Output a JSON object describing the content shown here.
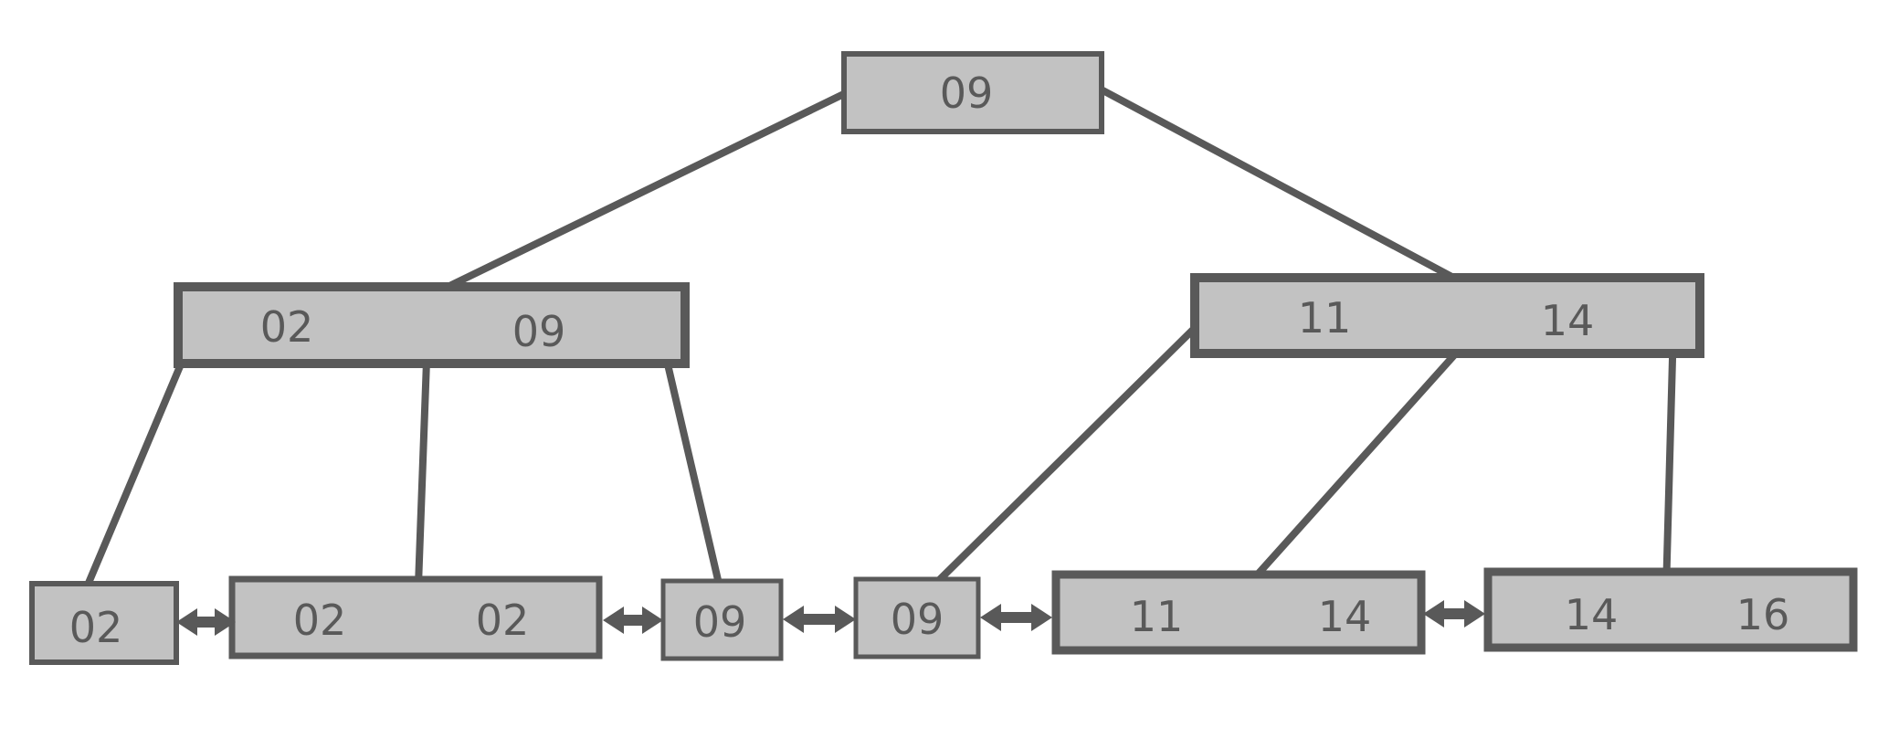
{
  "tree": {
    "root": {
      "keys": [
        "09"
      ]
    },
    "internal": [
      {
        "keys": [
          "02",
          "09"
        ]
      },
      {
        "keys": [
          "11",
          "14"
        ]
      }
    ],
    "leaves": [
      {
        "keys": [
          "02"
        ]
      },
      {
        "keys": [
          "02",
          "02"
        ]
      },
      {
        "keys": [
          "09"
        ]
      },
      {
        "keys": [
          "09"
        ]
      },
      {
        "keys": [
          "11",
          "14"
        ]
      },
      {
        "keys": [
          "14",
          "16"
        ]
      }
    ]
  },
  "colors": {
    "node_fill": "#c2c2c2",
    "stroke": "#595959",
    "background": "#ffffff"
  }
}
